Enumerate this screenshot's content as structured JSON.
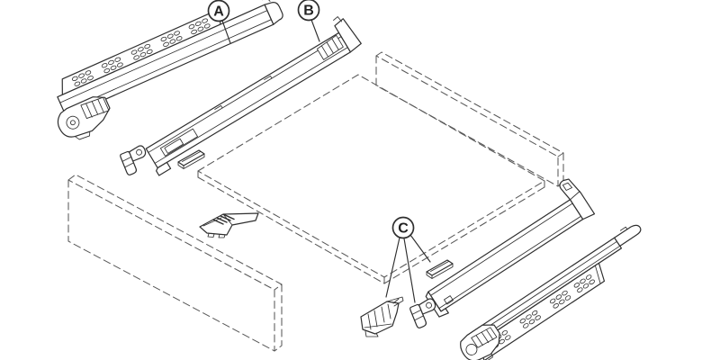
{
  "diagram": {
    "background_color": "#ffffff",
    "line_color": "#2f2f2f",
    "dashed_line_color": "#595959",
    "callouts": [
      {
        "label": "A"
      },
      {
        "label": "B"
      },
      {
        "label": "C"
      }
    ]
  }
}
